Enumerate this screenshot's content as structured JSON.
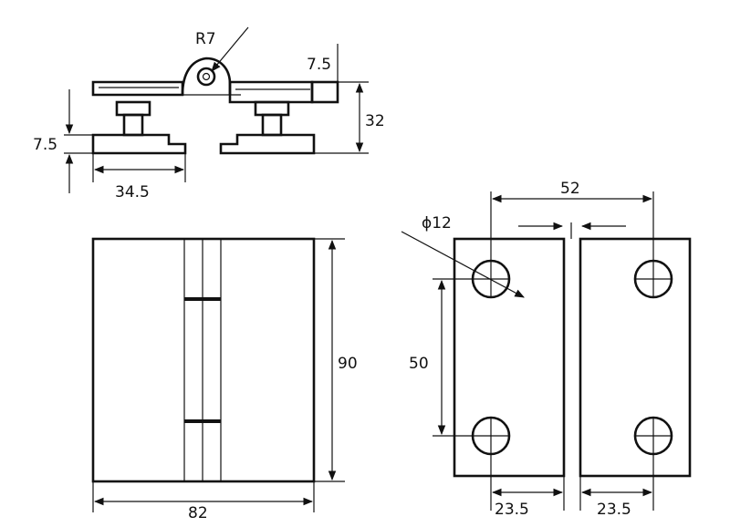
{
  "drawing": {
    "labels": {
      "radius": "R7",
      "side_thickness": "7.5",
      "height": "32",
      "left_thickness": "7.5",
      "leaf_depth": "34.5",
      "front_height": "90",
      "front_width": "82",
      "hole_diameter": "ϕ12",
      "hole_spacing_h": "52",
      "hole_spacing_v": "50",
      "edge_offset_left": "23.5",
      "edge_offset_right": "23.5"
    }
  }
}
